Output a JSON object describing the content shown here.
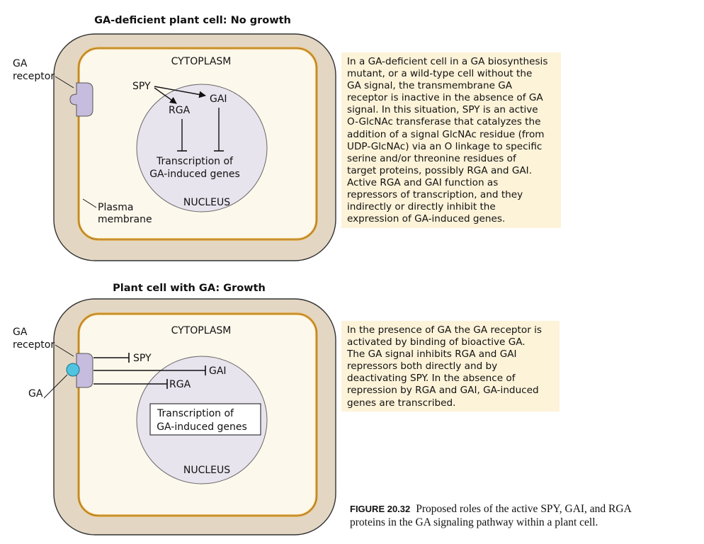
{
  "top_panel": {
    "title": "GA-deficient plant cell: No growth",
    "receptor_label": [
      "GA",
      "receptor"
    ],
    "cytoplasm": "CYTOPLASM",
    "nucleus": "NUCLEUS",
    "spy": "SPY",
    "gai": "GAI",
    "rga": "RGA",
    "transcription": [
      "Transcription of",
      "GA-induced genes"
    ],
    "membrane_label": [
      "Plasma",
      "membrane"
    ],
    "note_lines": [
      "In a GA-deficient cell in a GA biosynthesis",
      "mutant, or a wild-type cell without the",
      "GA signal, the transmembrane GA",
      "receptor is inactive in the absence of GA",
      "signal. In this situation, SPY is an active",
      "O-GlcNAc transferase that catalyzes the",
      "addition of a signal GlcNAc residue (from",
      "UDP-GlcNAc) via an O linkage to specific",
      "serine and/or threonine residues of",
      "target proteins, possibly RGA and GAI.",
      "Active RGA and GAI function as",
      "repressors of transcription, and they",
      "indirectly or directly inhibit the",
      "expression of GA-induced genes."
    ]
  },
  "bottom_panel": {
    "title": "Plant cell with GA: Growth",
    "receptor_label": [
      "GA",
      "receptor"
    ],
    "ga_label": "GA",
    "cytoplasm": "CYTOPLASM",
    "nucleus": "NUCLEUS",
    "spy": "SPY",
    "gai": "GAI",
    "rga": "RGA",
    "transcription": [
      "Transcription of",
      "GA-induced genes"
    ],
    "note_lines": [
      "In the presence of GA the GA receptor is",
      "activated by binding of bioactive GA.",
      "The GA signal inhibits RGA and GAI",
      "repressors both directly and by",
      "deactivating SPY. In the absence of",
      "repression by RGA and GAI, GA-induced",
      "genes are transcribed."
    ]
  },
  "caption": {
    "figure": "FIGURE 20.32",
    "lines": [
      "Proposed roles of the active SPY, GAI, and RGA",
      "proteins in the GA signaling pathway within a plant cell."
    ]
  },
  "colors": {
    "cell_wall": "#e3d7c4",
    "cell_wall_edge": "#333333",
    "membrane": "#e8a93a",
    "cytoplasm": "#fdf8ec",
    "nucleus": "#e8e4ee",
    "receptor": "#c6bcdd",
    "ga_ligand": "#4fc3e0",
    "note_bg": "#fdf3d9"
  }
}
